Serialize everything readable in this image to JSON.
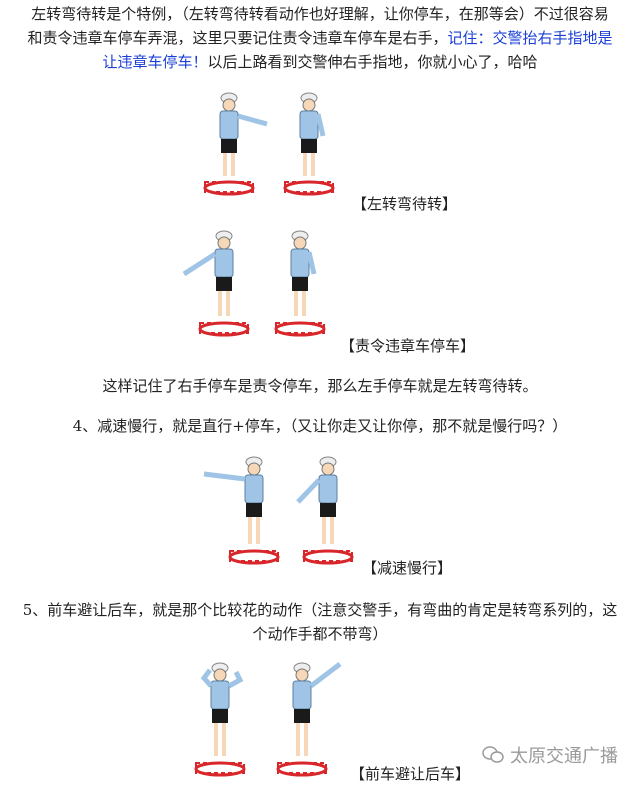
{
  "intro": {
    "line1_prefix": "左转弯待转是个特例，（左转弯待转看动作也好理解，让你停车，在那等会）不过很容易",
    "line2_prefix": "和责令违章车停车弄混，这里只要记住责令违章车停车是右手，",
    "line2_highlight": "记住：交警抬右手指地是",
    "line3_highlight": "让违章车停车！",
    "line3_suffix": "以后上路看到交警伸右手指地，你就小心了，哈哈"
  },
  "captions": {
    "left_turn_wait": "【左转弯待转】",
    "order_stop": "【责令违章车停车】",
    "slow_down": "【减速慢行】",
    "yield": "【前车避让后车】"
  },
  "summary": "这样记住了右手停车是责令停车，那么左手停车就是左转弯待转。",
  "item4": "4、减速慢行，就是直行+停车，（又让你走又让你停，那不就是慢行吗？）",
  "item5_line1": "5、前车避让后车，就是那个比较花的动作（注意交警手，有弯曲的肯定是转弯系列的，这",
  "item5_line2": "个动作手都不带弯）",
  "watermark": {
    "text": "太原交通广播",
    "icon": "wechat-icon"
  },
  "colors": {
    "highlight": "#1a3fd6",
    "shirt": "#9fc4e6",
    "skirt": "#1a1a1a",
    "pedestal_red": "#d8262b"
  }
}
